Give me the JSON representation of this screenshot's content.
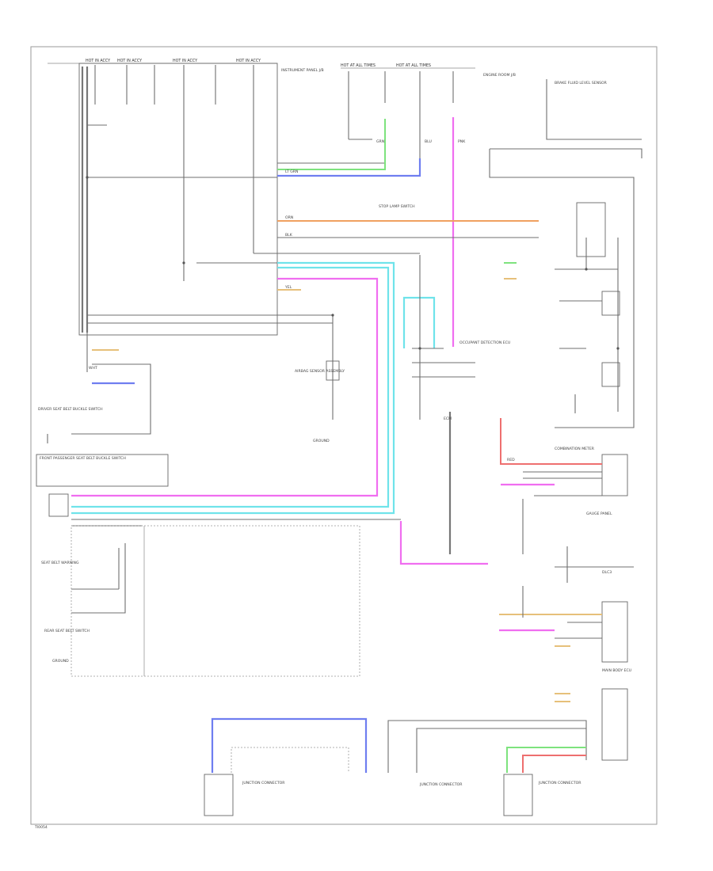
{
  "diagram": {
    "footer_code": "TI0054",
    "colors": {
      "frame": "#9a9a9a",
      "wire": "#6f6f6f",
      "pink": "#f06ef0",
      "cyan": "#6fe3ea",
      "blue": "#6f7ef0",
      "green": "#7ee37e",
      "orange": "#f0a060",
      "red": "#ee6f6f",
      "tan": "#e6c07a"
    },
    "labels": {
      "hot_top_1": "HOT IN ACCY",
      "hot_top_2": "HOT IN ACCY",
      "hot_top_3": "HOT IN ACCY",
      "hot_top_4": "HOT IN ACCY",
      "hot_at_all_times_1": "HOT AT ALL TIMES",
      "hot_at_all_times_2": "HOT AT ALL TIMES",
      "instrument_panel": "INSTRUMENT PANEL J/B",
      "engine_room": "ENGINE ROOM J/B",
      "brake_fluid": "BRAKE FLUID LEVEL SENSOR",
      "airbag_ecu": "AIRBAG SENSOR ASSEMBLY",
      "occupant_det": "OCCUPANT DETECTION ECU",
      "seat_belt_warn": "SEAT BELT WARNING",
      "front_pass": "FRONT PASSENGER SEAT BELT BUCKLE SWITCH",
      "driver_buckle": "DRIVER SEAT BELT BUCKLE SWITCH",
      "combination_meter": "COMBINATION METER",
      "gauge_panel": "GAUGE PANEL",
      "dlc3": "DLC3",
      "main_body_ecu": "MAIN BODY ECU",
      "ground_1": "GROUND",
      "ground_2": "GROUND",
      "ecm": "ECM",
      "stop_lamp": "STOP LAMP SWITCH",
      "bottom_conn_1": "JUNCTION CONNECTOR",
      "bottom_conn_2": "JUNCTION CONNECTOR",
      "bottom_conn_3": "JUNCTION CONNECTOR",
      "rear_seat": "REAR SEAT BELT SWITCH",
      "wire_grn": "GRN",
      "wire_blu": "BLU",
      "wire_pnk": "PNK",
      "wire_lt_grn": "LT GRN",
      "wire_orn": "ORN",
      "wire_blk": "BLK",
      "wire_wht": "WHT",
      "wire_red": "RED",
      "wire_yel": "YEL"
    }
  }
}
